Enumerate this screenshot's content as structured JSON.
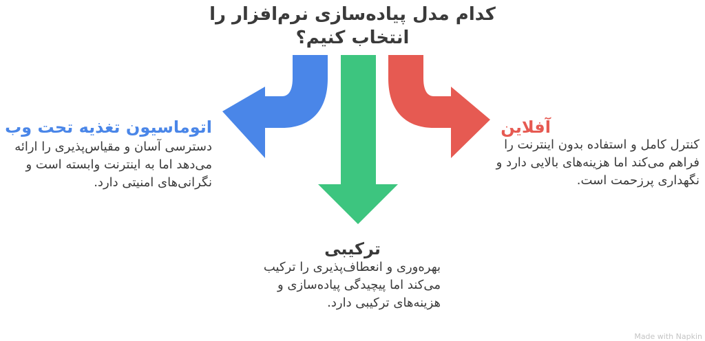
{
  "title": "کدام مدل پیاده‌سازی نرم‌افزار را انتخاب کنیم؟",
  "options": {
    "left": {
      "title": "اتوماسیون تغذیه تحت وب",
      "description": "دسترسی آسان و مقیاس‌پذیری را ارائه می‌دهد اما به اینترنت وابسته است و نگرانی‌های امنیتی دارد.",
      "color": "#4a86e8"
    },
    "center": {
      "title": "ترکیبی",
      "description": "بهره‌وری و انعطاف‌پذیری را ترکیب می‌کند اما پیچیدگی پیاده‌سازی و هزینه‌های ترکیبی دارد.",
      "color": "#3dc57f"
    },
    "right": {
      "title": "آفلاین",
      "description": "کنترل کامل و استفاده بدون اینترنت را فراهم می‌کند اما هزینه‌های بالایی دارد و نگهداری پرزحمت است.",
      "color": "#e65a52"
    }
  },
  "watermark": "Made with Napkin"
}
